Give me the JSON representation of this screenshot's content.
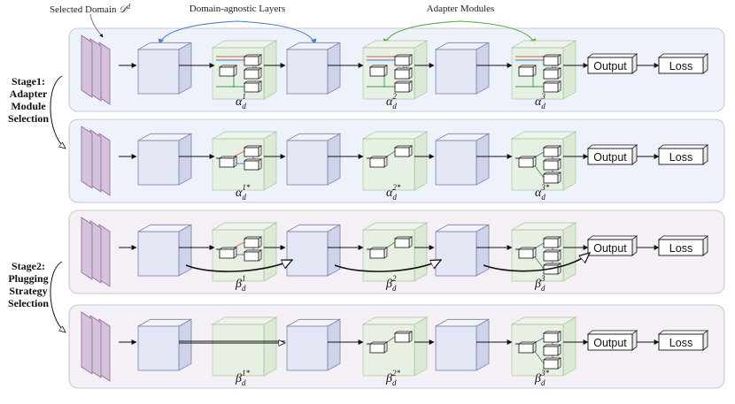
{
  "labels": {
    "selected_domain": "Selected Domain",
    "selected_domain_symbol": "𝒟",
    "selected_domain_sup": "d",
    "domain_agnostic": "Domain-agnostic Layers",
    "adapter_modules": "Adapter Modules",
    "output": "Output",
    "loss": "Loss"
  },
  "stages": [
    {
      "lines": [
        "Stage1:",
        "Adapter",
        "Module",
        "Selection"
      ]
    },
    {
      "lines": [
        "Stage2:",
        "Plugging",
        "Strategy",
        "Selection"
      ]
    }
  ],
  "rows": [
    {
      "adapters": [
        {
          "greek": "α",
          "sup": "1",
          "sub": "d",
          "variant": "full"
        },
        {
          "greek": "α",
          "sup": "2",
          "sub": "d",
          "variant": "full"
        },
        {
          "greek": "α",
          "sup": "3",
          "sub": "d",
          "variant": "full"
        }
      ]
    },
    {
      "adapters": [
        {
          "greek": "α",
          "sup": "1*",
          "sub": "d",
          "variant": "a"
        },
        {
          "greek": "α",
          "sup": "2*",
          "sub": "d",
          "variant": "b"
        },
        {
          "greek": "α",
          "sup": "3*",
          "sub": "d",
          "variant": "c"
        }
      ]
    },
    {
      "adapters": [
        {
          "greek": "β",
          "sup": "1",
          "sub": "d",
          "variant": "a"
        },
        {
          "greek": "β",
          "sup": "2",
          "sub": "d",
          "variant": "b"
        },
        {
          "greek": "β",
          "sup": "3",
          "sub": "d",
          "variant": "c"
        }
      ]
    },
    {
      "adapters": [
        {
          "greek": "β",
          "sup": "1*",
          "sub": "d",
          "variant": "none"
        },
        {
          "greek": "β",
          "sup": "2*",
          "sub": "d",
          "variant": "b"
        },
        {
          "greek": "β",
          "sup": "3*",
          "sub": "d",
          "variant": "c"
        }
      ]
    }
  ],
  "colors": {
    "stage1_panel": "#eef3fb",
    "stage2_panel": "#f5eff6",
    "layer_cube": "#e3e6f5",
    "adapter_cube": "#e6f0e0",
    "input_stack": "#d6c2dc",
    "blue_bracket": "#4f7ec4",
    "green_bracket": "#5aa84a",
    "red_wire": "#d9534f",
    "blue_wire": "#4a6fd0",
    "green_wire": "#3c9a3c"
  }
}
